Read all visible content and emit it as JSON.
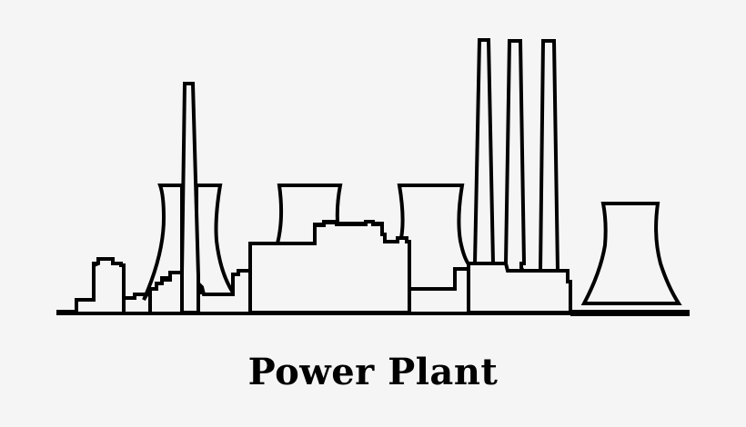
{
  "caption": "Power Plant",
  "colors": {
    "background": "#f5f5f5",
    "stroke": "#000000",
    "fill": "#f5f5f5"
  },
  "illustration": {
    "subject": "power-plant-skyline",
    "elements": [
      "ground-line",
      "small-building",
      "left-cooling-tower",
      "tall-chimney",
      "middle-cooling-tower",
      "central-building",
      "right-cooling-tower",
      "triple-chimneys",
      "far-right-cooling-tower"
    ]
  }
}
